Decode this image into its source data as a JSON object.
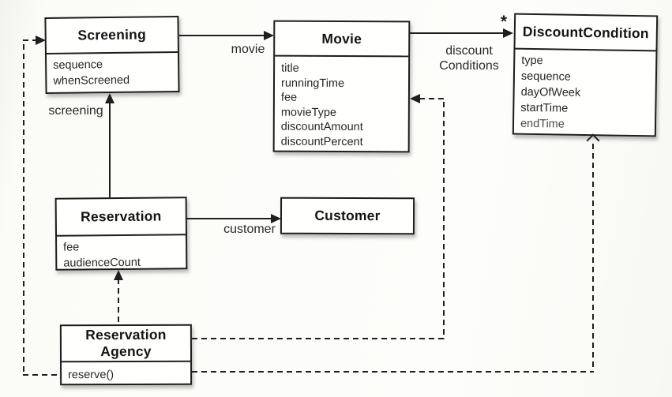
{
  "diagram": {
    "kind": "uml-class-diagram",
    "classes": {
      "screening": {
        "name": "Screening",
        "attributes": [
          "sequence",
          "whenScreened"
        ]
      },
      "movie": {
        "name": "Movie",
        "attributes": [
          "title",
          "runningTime",
          "fee",
          "movieType",
          "discountAmount",
          "discountPercent"
        ]
      },
      "discount_condition": {
        "name": "DiscountCondition",
        "attributes": [
          "type",
          "sequence",
          "dayOfWeek",
          "startTime",
          "endTime"
        ]
      },
      "reservation": {
        "name": "Reservation",
        "attributes": [
          "fee",
          "audienceCount"
        ]
      },
      "customer": {
        "name": "Customer"
      },
      "reservation_agency": {
        "name_lines": [
          "Reservation",
          "Agency"
        ],
        "operations": [
          "reserve()"
        ]
      }
    },
    "edges": {
      "screening_movie": {
        "label": "movie",
        "style": "solid-arrow"
      },
      "movie_discount_condition": {
        "label_lines": [
          "discount",
          "Conditions"
        ],
        "multiplicity": "*",
        "style": "solid-arrow"
      },
      "reservation_screening": {
        "label": "screening",
        "style": "solid-arrow"
      },
      "reservation_customer": {
        "label": "customer",
        "style": "solid-arrow"
      },
      "agency_reservation": {
        "style": "dashed-dependency"
      },
      "agency_screening": {
        "style": "dashed-dependency"
      },
      "agency_movie": {
        "style": "dashed-dependency"
      },
      "agency_discount_condition": {
        "style": "dashed-dependency"
      }
    },
    "colors": {
      "line": "#1f1f1f",
      "box_border": "#1d1d1d",
      "box_bg": "#fffffe",
      "page_bg": "#fbfbf8"
    }
  }
}
